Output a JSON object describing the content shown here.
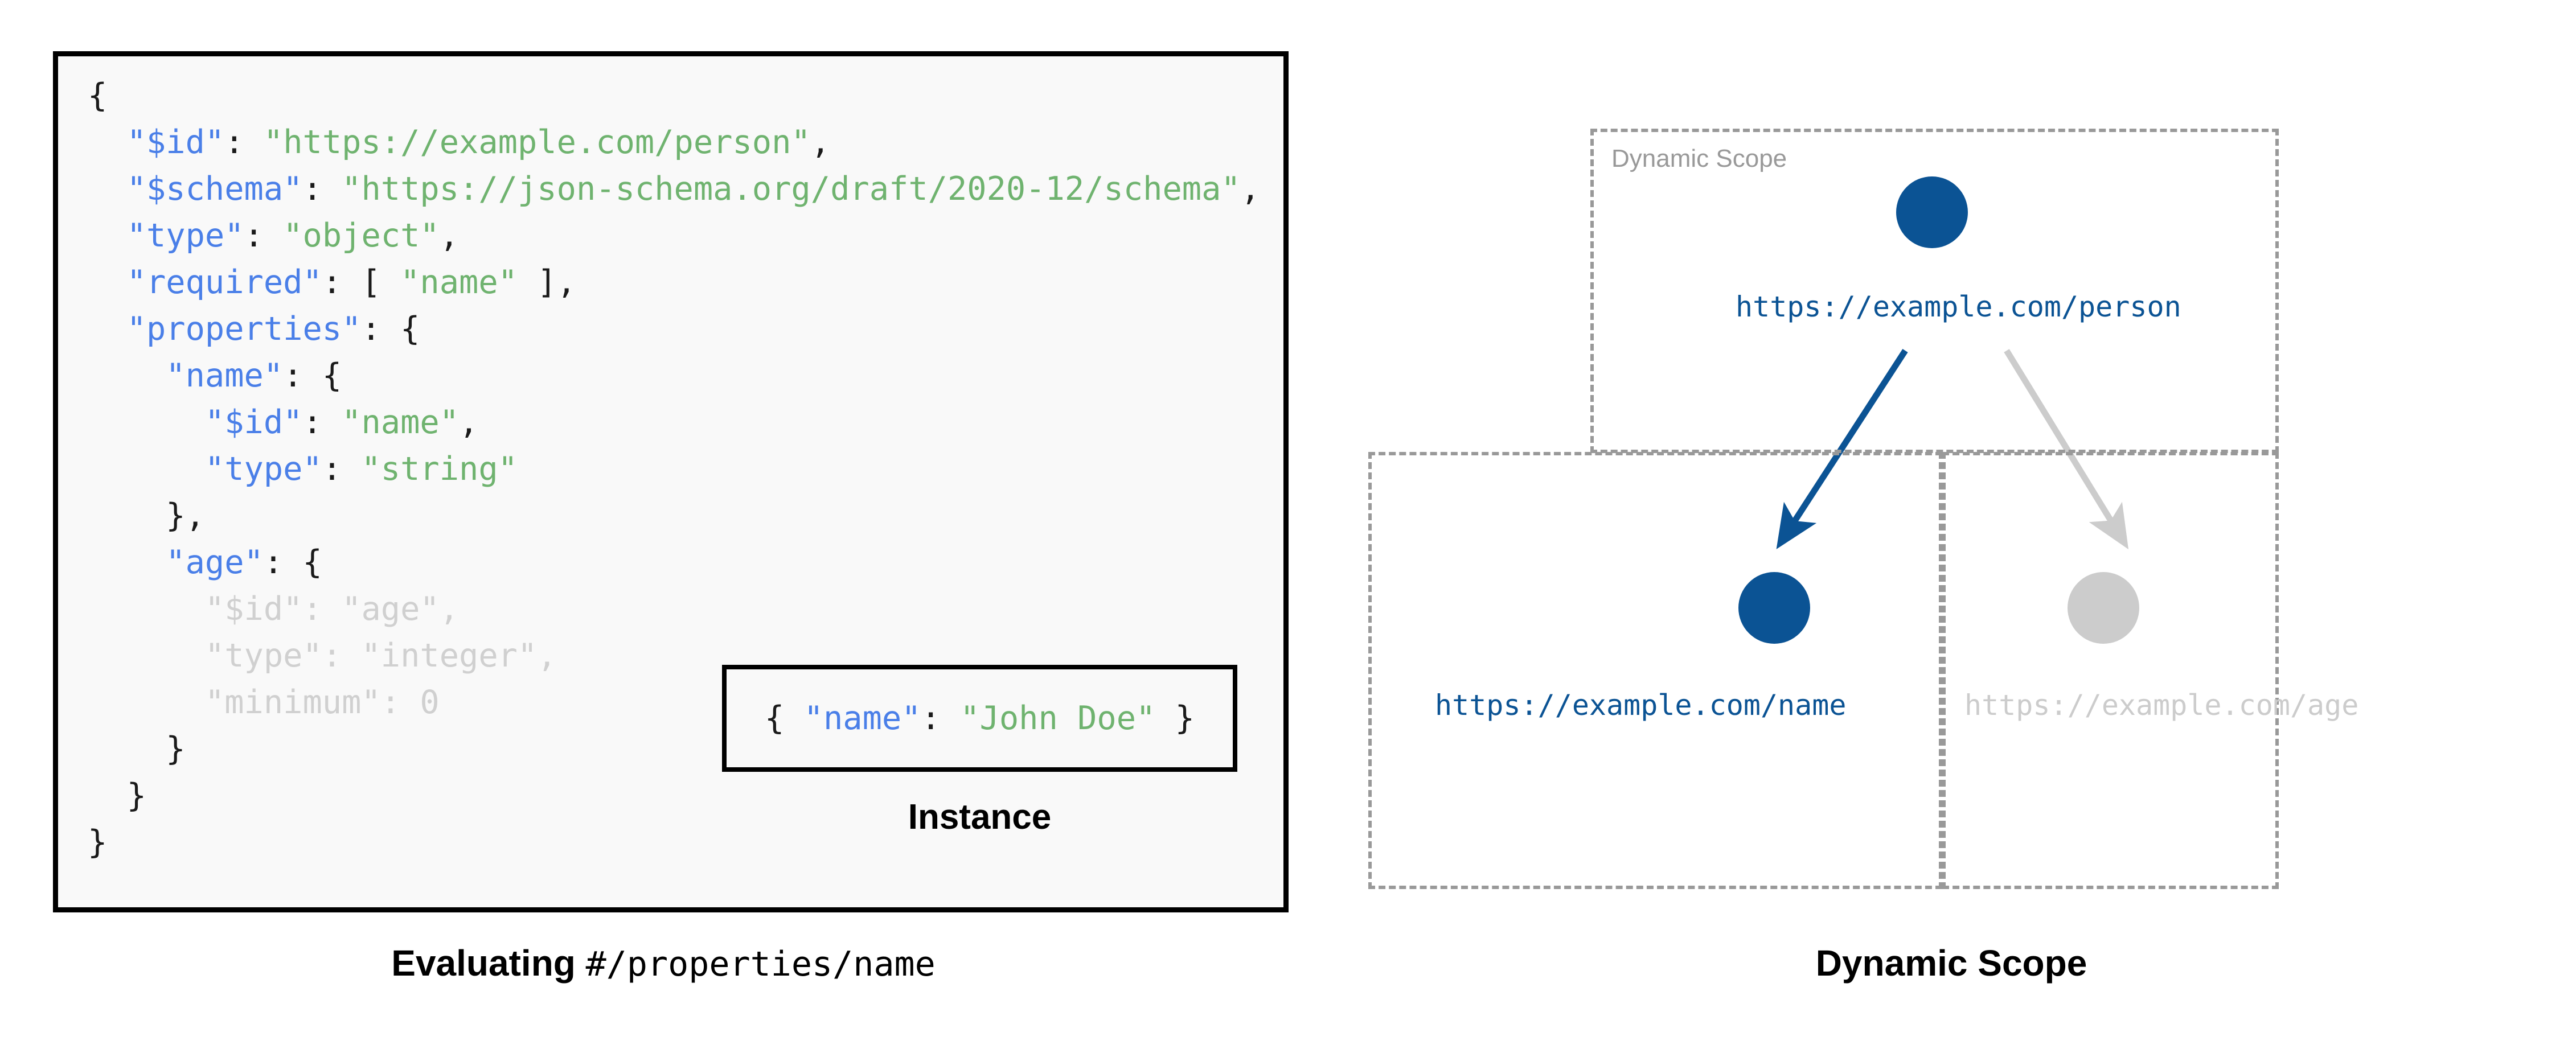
{
  "left": {
    "schema_code_lines": [
      {
        "indent": 0,
        "dim": false,
        "tokens": [
          {
            "t": "{",
            "c": "p"
          }
        ]
      },
      {
        "indent": 1,
        "dim": false,
        "tokens": [
          {
            "t": "\"$id\"",
            "c": "k"
          },
          {
            "t": ": ",
            "c": "p"
          },
          {
            "t": "\"https://example.com/person\"",
            "c": "s"
          },
          {
            "t": ",",
            "c": "p"
          }
        ]
      },
      {
        "indent": 1,
        "dim": false,
        "tokens": [
          {
            "t": "\"$schema\"",
            "c": "k"
          },
          {
            "t": ": ",
            "c": "p"
          },
          {
            "t": "\"https://json-schema.org/draft/2020-12/schema\"",
            "c": "s"
          },
          {
            "t": ",",
            "c": "p"
          }
        ]
      },
      {
        "indent": 1,
        "dim": false,
        "tokens": [
          {
            "t": "\"type\"",
            "c": "k"
          },
          {
            "t": ": ",
            "c": "p"
          },
          {
            "t": "\"object\"",
            "c": "s"
          },
          {
            "t": ",",
            "c": "p"
          }
        ]
      },
      {
        "indent": 1,
        "dim": false,
        "tokens": [
          {
            "t": "\"required\"",
            "c": "k"
          },
          {
            "t": ": [ ",
            "c": "p"
          },
          {
            "t": "\"name\"",
            "c": "s"
          },
          {
            "t": " ],",
            "c": "p"
          }
        ]
      },
      {
        "indent": 1,
        "dim": false,
        "tokens": [
          {
            "t": "\"properties\"",
            "c": "k"
          },
          {
            "t": ": {",
            "c": "p"
          }
        ]
      },
      {
        "indent": 2,
        "dim": false,
        "tokens": [
          {
            "t": "\"name\"",
            "c": "k"
          },
          {
            "t": ": {",
            "c": "p"
          }
        ]
      },
      {
        "indent": 3,
        "dim": false,
        "tokens": [
          {
            "t": "\"$id\"",
            "c": "k"
          },
          {
            "t": ": ",
            "c": "p"
          },
          {
            "t": "\"name\"",
            "c": "s"
          },
          {
            "t": ",",
            "c": "p"
          }
        ]
      },
      {
        "indent": 3,
        "dim": false,
        "tokens": [
          {
            "t": "\"type\"",
            "c": "k"
          },
          {
            "t": ": ",
            "c": "p"
          },
          {
            "t": "\"string\"",
            "c": "s"
          }
        ]
      },
      {
        "indent": 2,
        "dim": false,
        "tokens": [
          {
            "t": "},",
            "c": "p"
          }
        ]
      },
      {
        "indent": 2,
        "dim": false,
        "tokens": [
          {
            "t": "\"age\"",
            "c": "k"
          },
          {
            "t": ": {",
            "c": "p"
          }
        ]
      },
      {
        "indent": 3,
        "dim": true,
        "tokens": [
          {
            "t": "\"$id\"",
            "c": "k"
          },
          {
            "t": ": ",
            "c": "p"
          },
          {
            "t": "\"age\"",
            "c": "s"
          },
          {
            "t": ",",
            "c": "p"
          }
        ]
      },
      {
        "indent": 3,
        "dim": true,
        "tokens": [
          {
            "t": "\"type\"",
            "c": "k"
          },
          {
            "t": ": ",
            "c": "p"
          },
          {
            "t": "\"integer\"",
            "c": "s"
          },
          {
            "t": ",",
            "c": "p"
          }
        ]
      },
      {
        "indent": 3,
        "dim": true,
        "tokens": [
          {
            "t": "\"minimum\"",
            "c": "k"
          },
          {
            "t": ": ",
            "c": "p"
          },
          {
            "t": "0",
            "c": "n"
          }
        ]
      },
      {
        "indent": 2,
        "dim": false,
        "tokens": [
          {
            "t": "}",
            "c": "p"
          }
        ]
      },
      {
        "indent": 1,
        "dim": false,
        "tokens": [
          {
            "t": "}",
            "c": "p"
          }
        ]
      },
      {
        "indent": 0,
        "dim": false,
        "tokens": [
          {
            "t": "}",
            "c": "p"
          }
        ]
      }
    ],
    "instance": {
      "code_tokens": [
        {
          "t": "{ ",
          "c": "p"
        },
        {
          "t": "\"name\"",
          "c": "k"
        },
        {
          "t": ": ",
          "c": "p"
        },
        {
          "t": "\"John Doe\"",
          "c": "s"
        },
        {
          "t": " }",
          "c": "p"
        }
      ],
      "label": "Instance"
    },
    "caption": {
      "bold_part": "Evaluating ",
      "mono_part": "#/properties/name"
    }
  },
  "right": {
    "scope_label": "Dynamic Scope",
    "nodes": [
      {
        "id": "person",
        "url": "https://example.com/person",
        "state": "active"
      },
      {
        "id": "name",
        "url": "https://example.com/name",
        "state": "active"
      },
      {
        "id": "age",
        "url": "https://example.com/age",
        "state": "dimmed"
      }
    ],
    "edges": [
      {
        "from": "person",
        "to": "name",
        "state": "active"
      },
      {
        "from": "person",
        "to": "age",
        "state": "dimmed"
      }
    ],
    "caption": "Dynamic Scope"
  },
  "colors": {
    "accent_blue": "#0b5394",
    "dim_grey": "#cccccc",
    "dash_grey": "#999999",
    "code_key_blue": "#4a7fe8",
    "code_string_green": "#6fb36f",
    "code_dim": "#d0d0d0",
    "panel_bg": "#f9f9f9"
  }
}
